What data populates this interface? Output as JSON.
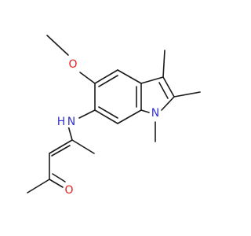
{
  "molecule": {
    "atoms": {
      "methoxy_oxygen": {
        "symbol": "O",
        "color": "#e02020"
      },
      "amine_nitrogen": {
        "symbol": "N",
        "color": "#3333cc"
      },
      "amine_hydrogen": {
        "symbol": "H",
        "color": "#3333cc"
      },
      "indole_nitrogen": {
        "symbol": "N",
        "color": "#3333cc"
      },
      "ketone_oxygen": {
        "symbol": "O",
        "color": "#e02020"
      }
    },
    "bond_color": "#1a1a1a"
  }
}
